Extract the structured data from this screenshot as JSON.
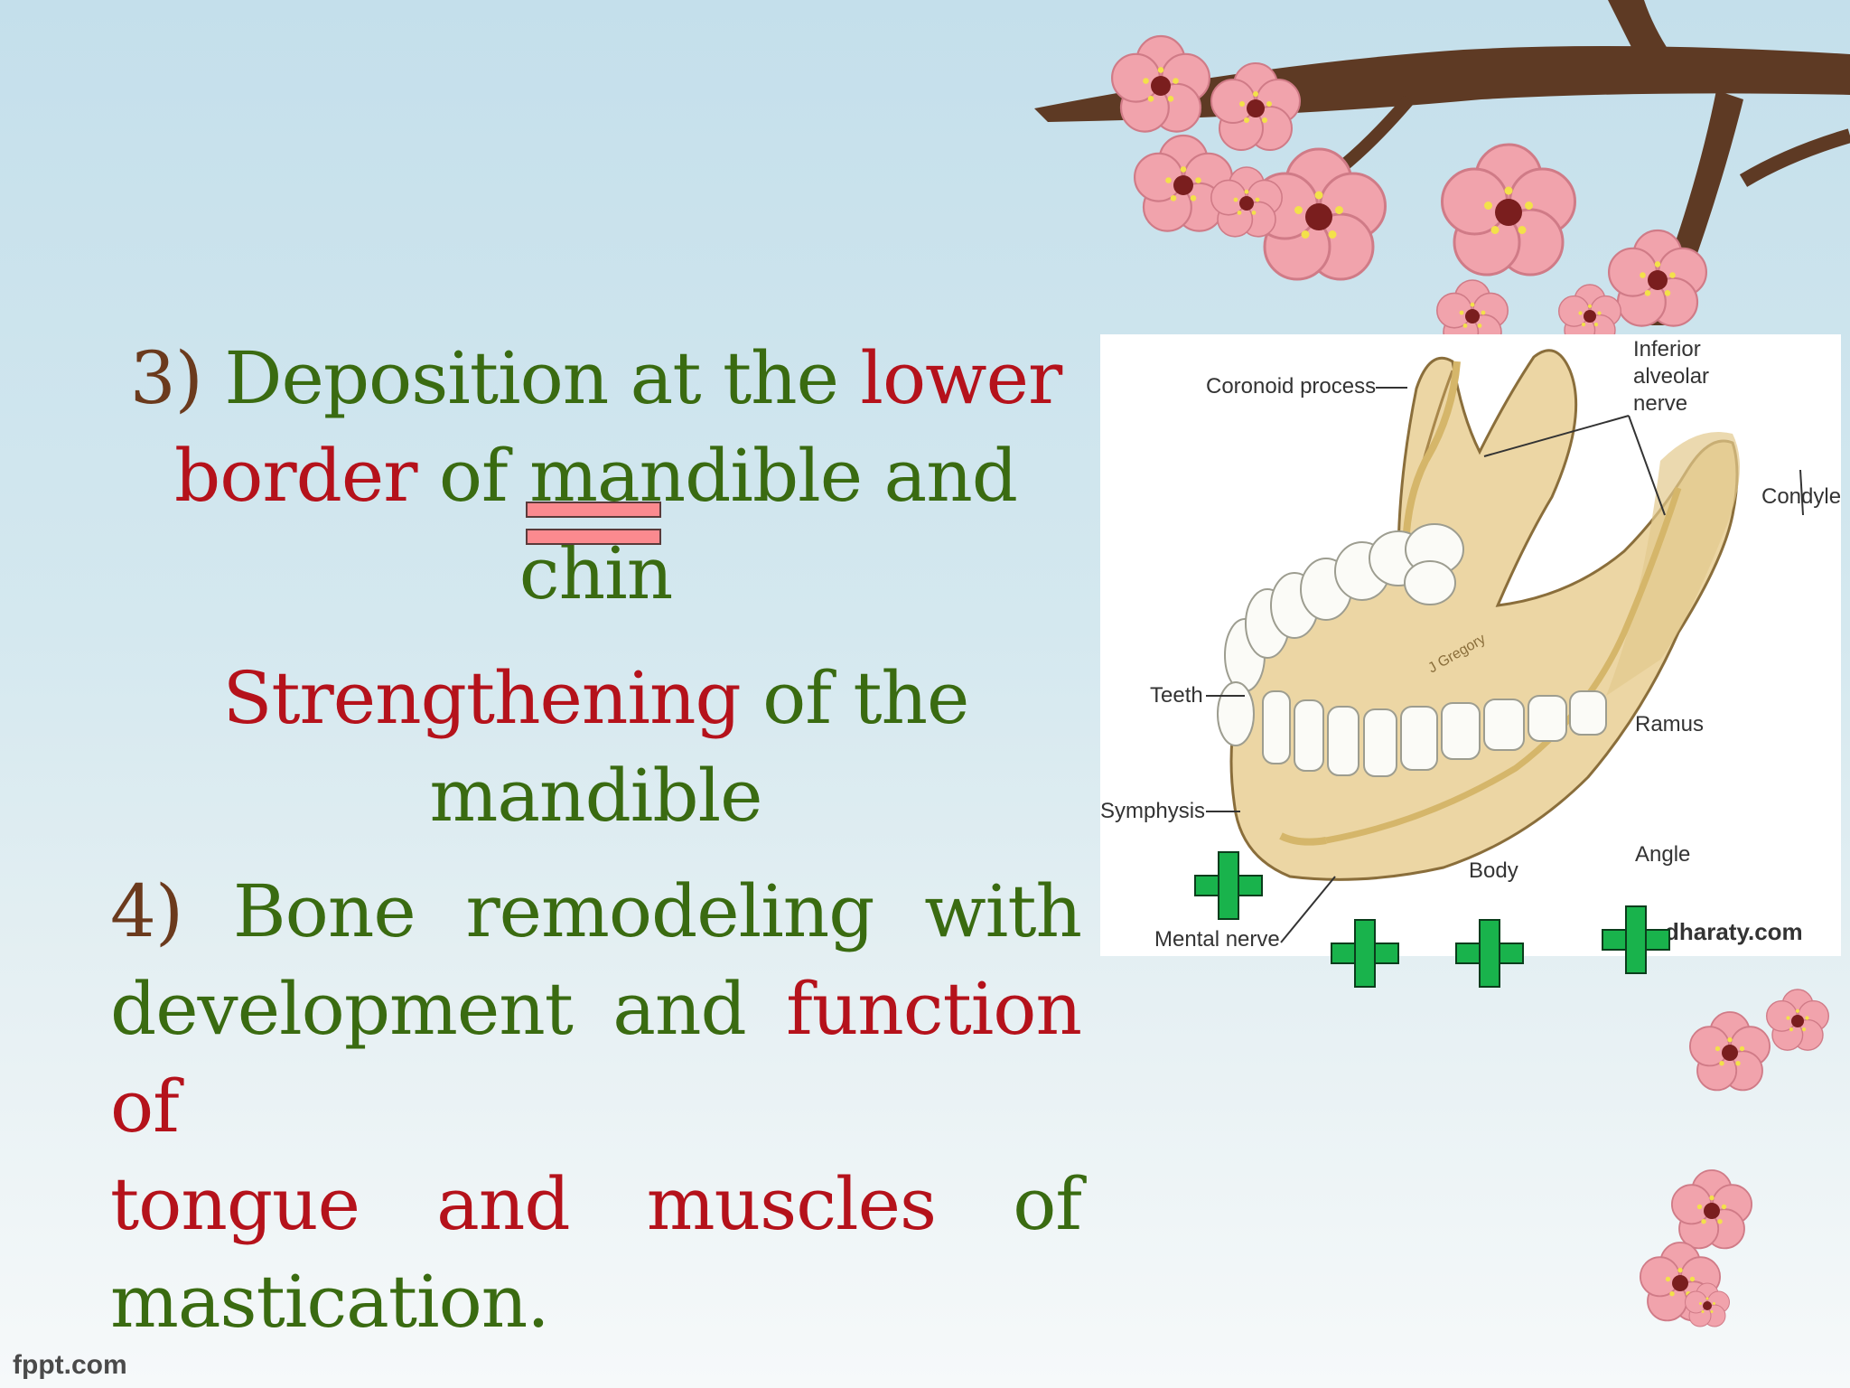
{
  "point3": {
    "number": "3)",
    "text_a": "Deposition at the",
    "text_b": "lower",
    "text_c": "border",
    "text_d": "of mandible and chin"
  },
  "result": {
    "text_a": "Strengthening",
    "text_b": "of the",
    "text_c": "mandible"
  },
  "point4": {
    "number": "4)",
    "words_line1": [
      "Bone",
      "remodeling",
      "with"
    ],
    "line2_a": "development and",
    "line2_b": "function of",
    "line3_a": "tongue",
    "line3_b": "and",
    "line3_c": "muscles",
    "line3_d": "of",
    "line4": "mastication."
  },
  "diagram": {
    "labels": {
      "coronoid": "Coronoid process",
      "inferior_nerve": "Inferior alveolar nerve",
      "condyle": "Condyle",
      "teeth": "Teeth",
      "ramus": "Ramus",
      "symphysis": "Symphysis",
      "angle": "Angle",
      "body": "Body",
      "mental_nerve": "Mental nerve",
      "watermark": "dharaty.com",
      "artist": "J Gregory"
    }
  },
  "footer": {
    "site": "fppt.com"
  },
  "colors": {
    "green_text": "#3a6b11",
    "red_text": "#b5121b",
    "brown_number": "#6b3a1d",
    "plus_green": "#19b34c",
    "equals_pink": "#fb8a8f",
    "blossom": "#f1a3ac",
    "branch": "#5e3a24"
  },
  "icons": [
    "plus-icon",
    "equals-sign-icon",
    "cherry-blossom-icon"
  ]
}
